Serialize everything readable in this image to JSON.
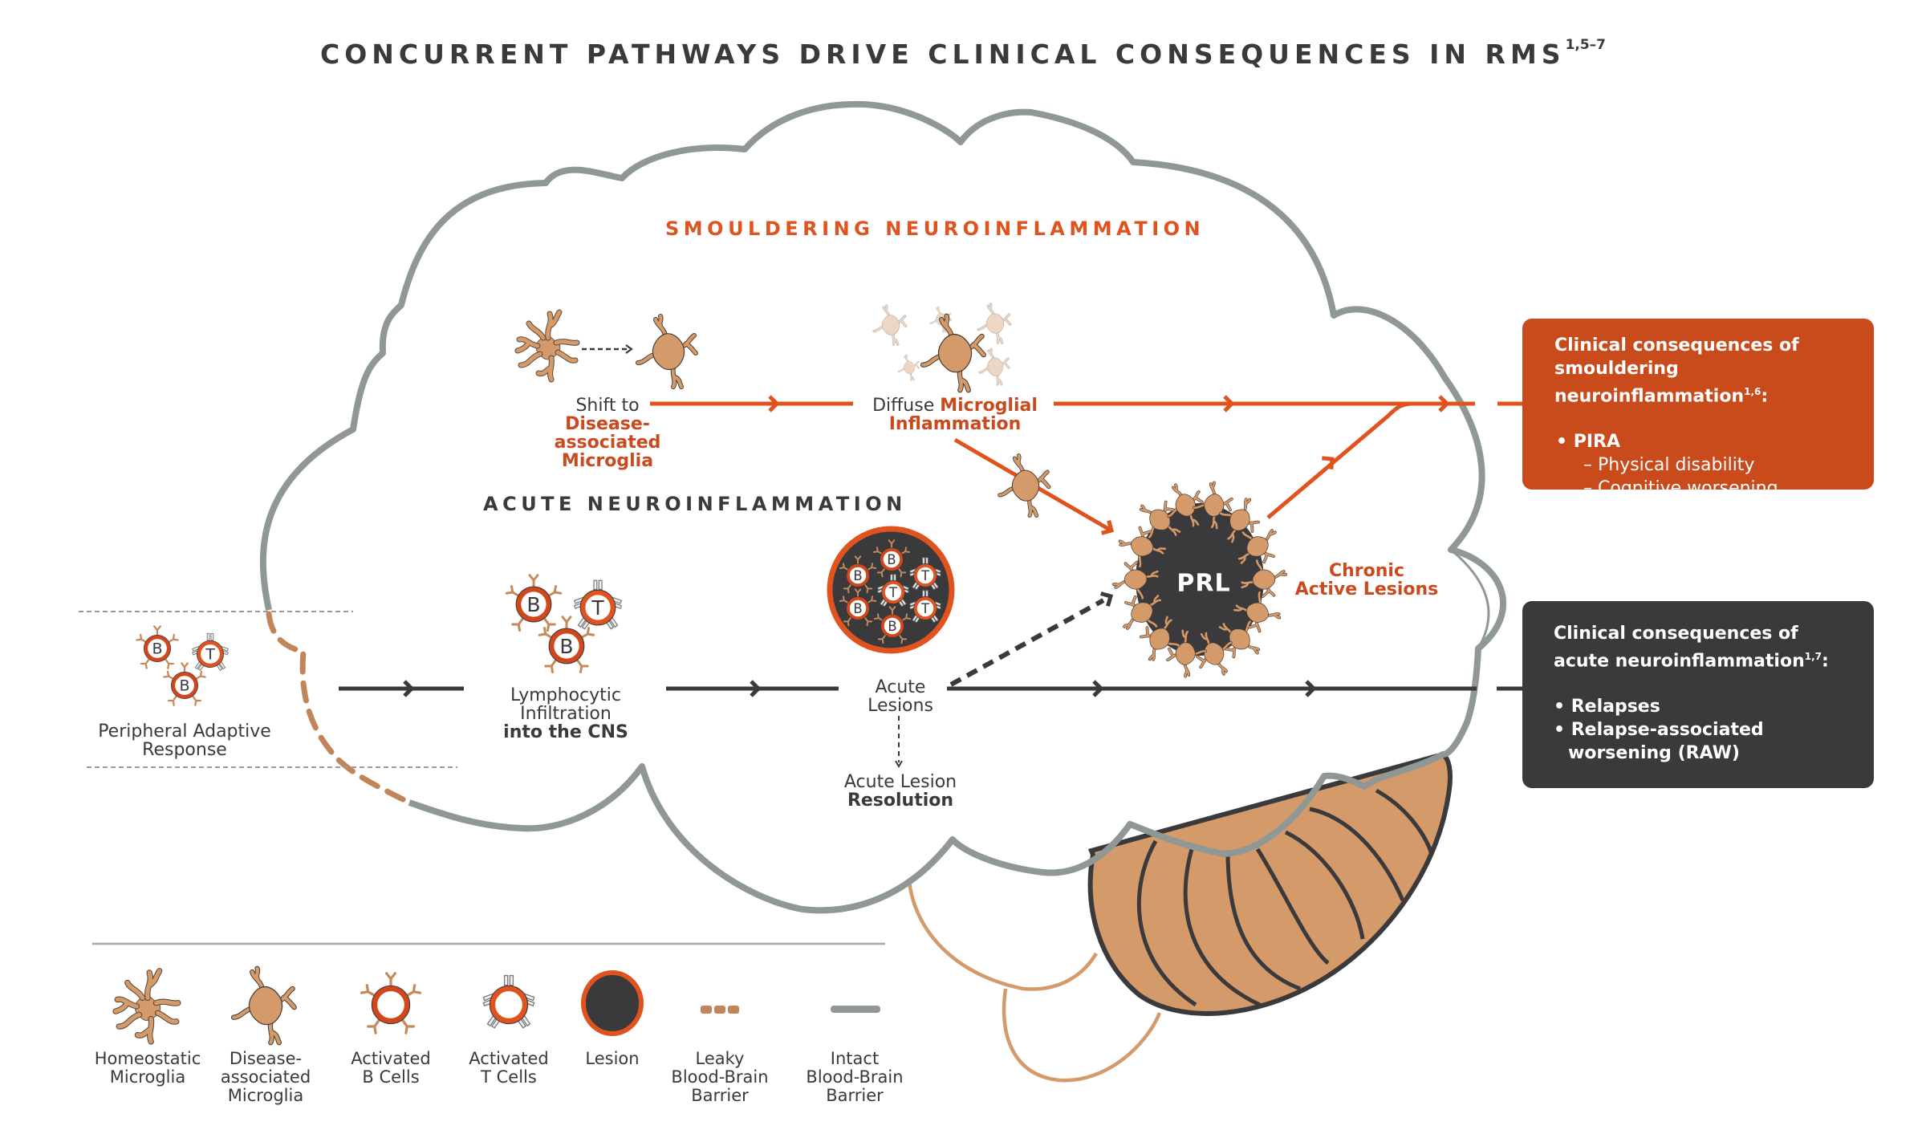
{
  "title": {
    "text": "CONCURRENT PATHWAYS DRIVE CLINICAL CONSEQUENCES IN RMS",
    "refs": "1,5–7"
  },
  "sections": {
    "smouldering": "SMOULDERING NEUROINFLAMMATION",
    "acute": "ACUTE NEUROINFLAMMATION"
  },
  "smouldering_path": {
    "shift": {
      "line1": "Shift to",
      "line2": "Disease-",
      "line3": "associated",
      "line4": "Microglia"
    },
    "diffuse": {
      "plain": "Diffuse ",
      "accent": "Microglial",
      "line2": "Inflammation"
    },
    "chronic": {
      "line1": "Chronic",
      "line2": "Active Lesions"
    },
    "prl": "PRL"
  },
  "acute_path": {
    "peripheral": {
      "line1": "Peripheral Adaptive",
      "line2": "Response"
    },
    "lymphocytic": {
      "line1": "Lymphocytic",
      "line2": "Infiltration",
      "line3": "into the CNS"
    },
    "acute_lesions": {
      "line1": "Acute",
      "line2": "Lesions"
    },
    "resolution": {
      "line1": "Acute Lesion",
      "line2": "Resolution"
    }
  },
  "cell_labels": {
    "b": "B",
    "t": "T"
  },
  "consequences": {
    "smouldering": {
      "heading_line1": "Clinical consequences of",
      "heading_line2": "smouldering neuroinflammation",
      "refs": "1,6",
      "colon": ":",
      "bullet": "• PIRA",
      "sub_items": [
        "– Physical disability",
        "– Cognitive worsening"
      ]
    },
    "acute": {
      "heading_line1": "Clinical consequences of",
      "heading_line2": "acute neuroinflammation",
      "refs": "1,7",
      "colon": ":",
      "items": [
        "• Relapses",
        "• Relapse-associated",
        "   worsening (RAW)"
      ]
    }
  },
  "legend": [
    {
      "icon": "homeostatic-microglia-icon",
      "lines": [
        "Homeostatic",
        "Microglia"
      ]
    },
    {
      "icon": "disease-associated-microglia-icon",
      "lines": [
        "Disease-",
        "associated",
        "Microglia"
      ]
    },
    {
      "icon": "activated-b-cell-icon",
      "lines": [
        "Activated",
        "B Cells"
      ]
    },
    {
      "icon": "activated-t-cell-icon",
      "lines": [
        "Activated",
        "T Cells"
      ]
    },
    {
      "icon": "lesion-icon",
      "lines": [
        "Lesion"
      ]
    },
    {
      "icon": "leaky-bbb-icon",
      "lines": [
        "Leaky",
        "Blood-Brain",
        "Barrier"
      ]
    },
    {
      "icon": "intact-bbb-icon",
      "lines": [
        "Intact",
        "Blood-Brain",
        "Barrier"
      ]
    }
  ],
  "colors": {
    "accent_orange": "#e0531f",
    "box_orange": "#c94a1b",
    "dark": "#3a393c",
    "microglia": "#d49a6a",
    "bbb_grey": "#909896",
    "leaky_brown": "#c0865a"
  }
}
